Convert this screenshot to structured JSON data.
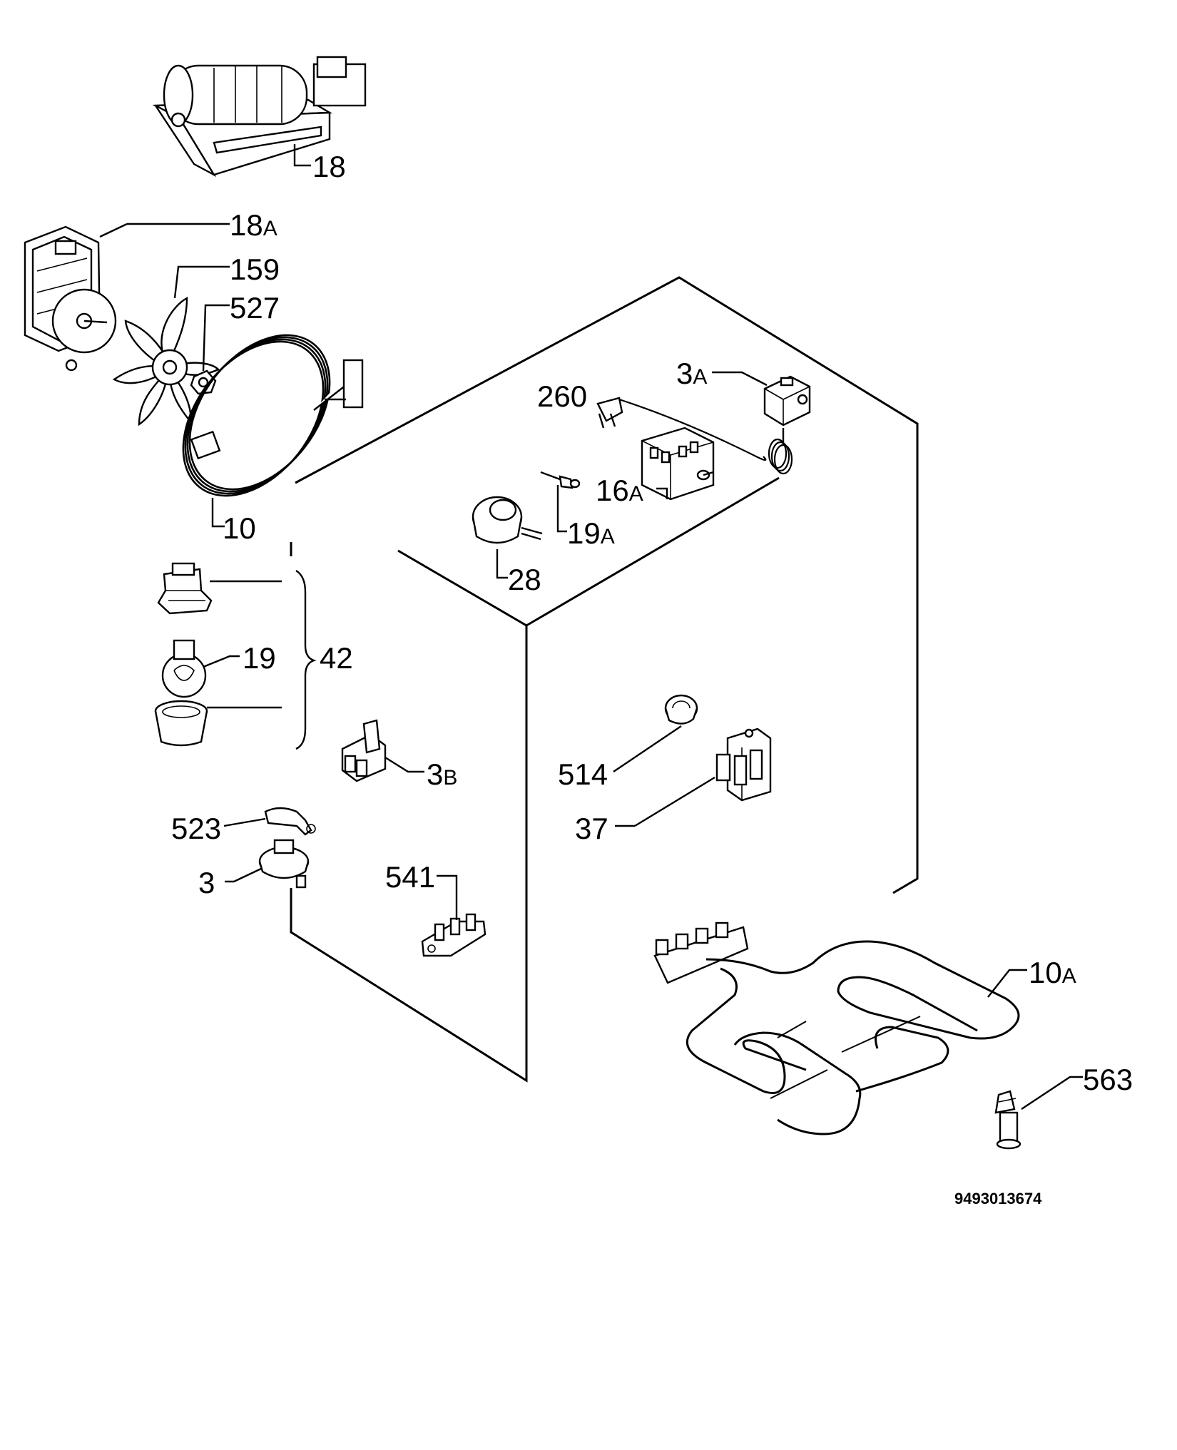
{
  "diagram_code": "9493013674",
  "parts": {
    "p18": {
      "num": "18",
      "suf": ""
    },
    "p18a": {
      "num": "18",
      "suf": "A"
    },
    "p159": {
      "num": "159",
      "suf": ""
    },
    "p527": {
      "num": "527",
      "suf": ""
    },
    "p10": {
      "num": "10",
      "suf": ""
    },
    "p19": {
      "num": "19",
      "suf": ""
    },
    "p42": {
      "num": "42",
      "suf": ""
    },
    "p3b": {
      "num": "3",
      "suf": "B"
    },
    "p523": {
      "num": "523",
      "suf": ""
    },
    "p3": {
      "num": "3",
      "suf": ""
    },
    "p541": {
      "num": "541",
      "suf": ""
    },
    "p260": {
      "num": "260",
      "suf": ""
    },
    "p3a": {
      "num": "3",
      "suf": "A"
    },
    "p16a": {
      "num": "16",
      "suf": "A"
    },
    "p19a": {
      "num": "19",
      "suf": "A"
    },
    "p28": {
      "num": "28",
      "suf": ""
    },
    "p514": {
      "num": "514",
      "suf": ""
    },
    "p37": {
      "num": "37",
      "suf": ""
    },
    "p10a": {
      "num": "10",
      "suf": "A"
    },
    "p563": {
      "num": "563",
      "suf": ""
    }
  }
}
